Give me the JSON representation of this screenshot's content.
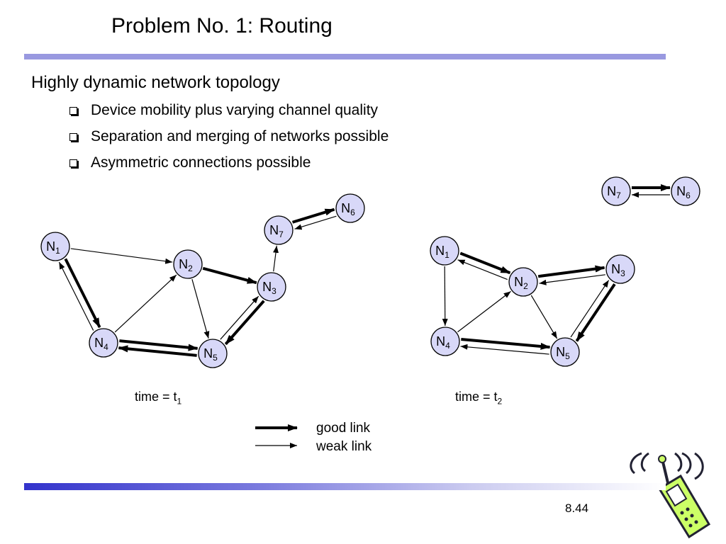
{
  "slide": {
    "title": "Problem No. 1: Routing",
    "heading": "Highly dynamic network topology",
    "bullets": [
      "Device mobility plus varying channel quality",
      "Separation and merging of networks possible",
      "Asymmetric connections possible"
    ],
    "page_number": "8.44"
  },
  "diagrams": {
    "t1": {
      "time_label": "time = t",
      "time_sub": "1"
    },
    "t2": {
      "time_label": "time = t",
      "time_sub": "2"
    }
  },
  "legend": {
    "good_link": "good link",
    "weak_link": "weak link"
  },
  "node_labels": {
    "n1": "N",
    "n1_sub": "1",
    "n2": "N",
    "n2_sub": "2",
    "n3": "N",
    "n3_sub": "3",
    "n4": "N",
    "n4_sub": "4",
    "n5": "N",
    "n5_sub": "5",
    "n6": "N",
    "n6_sub": "6",
    "n7": "N",
    "n7_sub": "7"
  },
  "colors": {
    "node_fill": "#d8d8f8",
    "top_rule": "#9999e0",
    "bottom_rule_start": "#3333cc",
    "phone_green": "#ccff66"
  },
  "icons": [
    "mobile-phone-icon"
  ]
}
